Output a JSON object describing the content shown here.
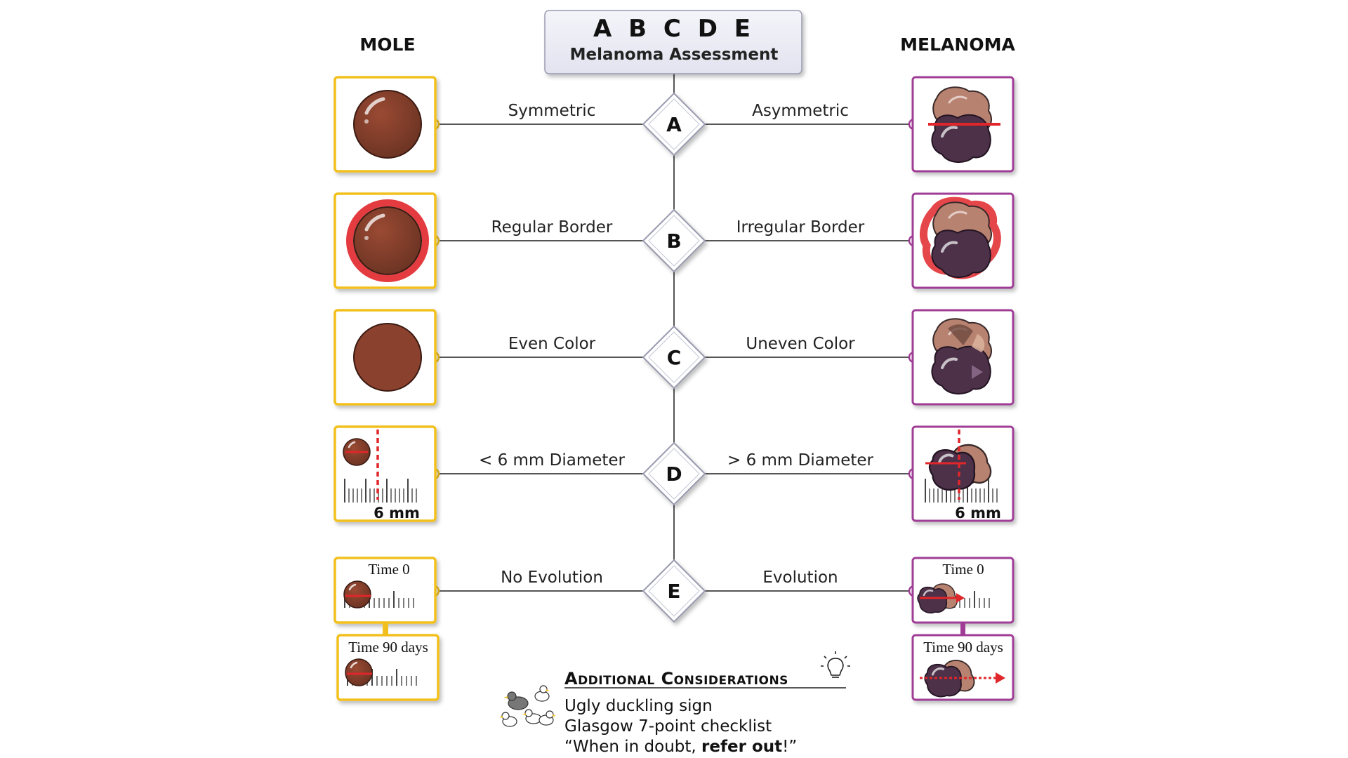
{
  "header": {
    "title": "A B C D E",
    "subtitle": "Melanoma Assessment"
  },
  "columns": {
    "left_title": "MOLE",
    "right_title": "MELANOMA"
  },
  "rows": [
    {
      "letter": "A",
      "mole_label": "Symmetric",
      "melanoma_label": "Asymmetric"
    },
    {
      "letter": "B",
      "mole_label": "Regular Border",
      "melanoma_label": "Irregular Border"
    },
    {
      "letter": "C",
      "mole_label": "Even Color",
      "melanoma_label": "Uneven Color"
    },
    {
      "letter": "D",
      "mole_label": "< 6 mm Diameter",
      "melanoma_label": "> 6 mm Diameter"
    },
    {
      "letter": "E",
      "mole_label": "No Evolution",
      "melanoma_label": "Evolution"
    }
  ],
  "measure": {
    "unit_label": "6 mm"
  },
  "evolution": {
    "time0": "Time 0",
    "time90": "Time 90 days"
  },
  "additional": {
    "heading": "Additional Considerations",
    "items": [
      "Ugly duckling sign",
      "Glasgow 7-point checklist"
    ],
    "quote_prefix": "“When in doubt, ",
    "quote_bold": "refer out",
    "quote_suffix": "!”"
  },
  "colors": {
    "mole_border": "#f2c01e",
    "melanoma_border": "#a03c96",
    "mole_fill": "#7a3a28",
    "melanoma_dark": "#4d3347",
    "melanoma_light": "#b58470",
    "accent_red": "#e0262a",
    "line": "#555555"
  }
}
